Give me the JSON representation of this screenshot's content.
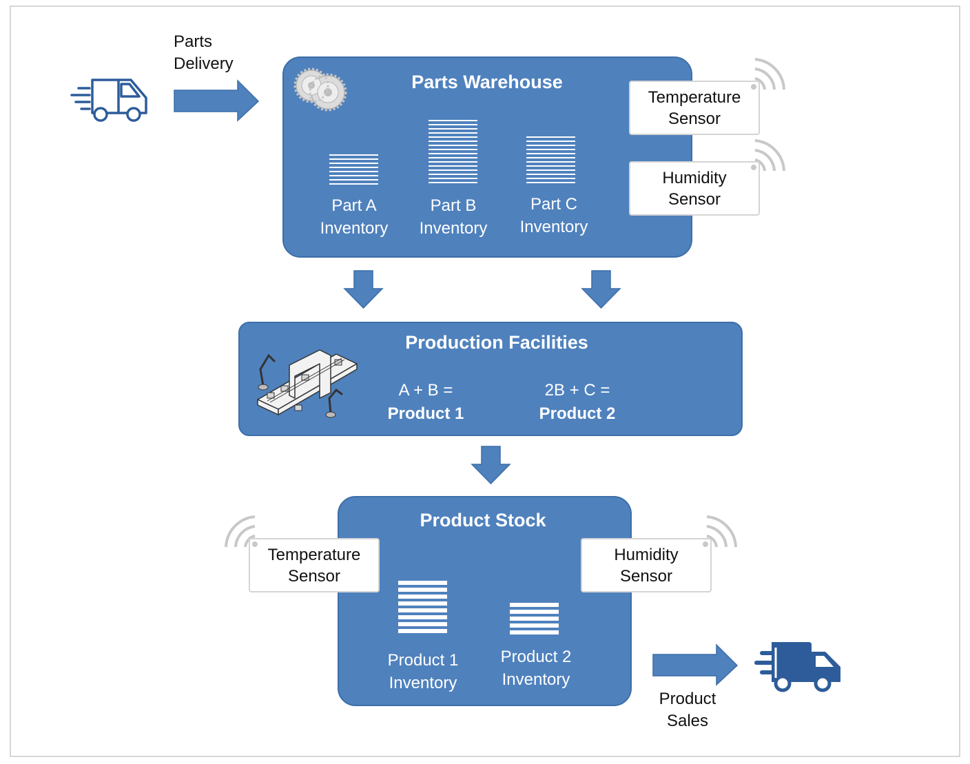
{
  "delivery": {
    "line1": "Parts",
    "line2": "Delivery"
  },
  "warehouse": {
    "title": "Parts Warehouse",
    "parts": [
      {
        "line1": "Part A",
        "line2": "Inventory"
      },
      {
        "line1": "Part B",
        "line2": "Inventory"
      },
      {
        "line1": "Part C",
        "line2": "Inventory"
      }
    ],
    "sensors": [
      {
        "line1": "Temperature",
        "line2": "Sensor"
      },
      {
        "line1": "Humidity",
        "line2": "Sensor"
      }
    ]
  },
  "production": {
    "title": "Production Facilities",
    "recipes": [
      {
        "formula": "A + B =",
        "product": "Product 1"
      },
      {
        "formula": "2B + C =",
        "product": "Product 2"
      }
    ]
  },
  "stock": {
    "title": "Product Stock",
    "products": [
      {
        "line1": "Product 1",
        "line2": "Inventory"
      },
      {
        "line1": "Product 2",
        "line2": "Inventory"
      }
    ],
    "sensors": [
      {
        "line1": "Temperature",
        "line2": "Sensor"
      },
      {
        "line1": "Humidity",
        "line2": "Sensor"
      }
    ]
  },
  "sales": {
    "line1": "Product",
    "line2": "Sales"
  },
  "colors": {
    "box_fill": "#4f81bd",
    "box_border": "#3c6ea8",
    "truck_outline": "#2e5c9a",
    "truck_solid": "#2e5c9a",
    "wifi": "#c8c8c8"
  },
  "icons": [
    "delivery-truck-outline-icon",
    "gears-icon",
    "assembly-line-icon",
    "wifi-signal-icon",
    "delivery-truck-solid-icon",
    "arrow-right-icon",
    "arrow-down-icon"
  ]
}
